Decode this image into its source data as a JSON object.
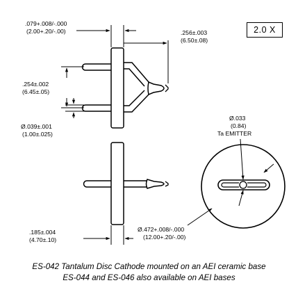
{
  "scale": "2.0 X",
  "dims": {
    "lead_width": ".079+.008/-.000",
    "lead_width_mm": "(2.00+.20/-.00)",
    "lead_offset": ".256±.003",
    "lead_offset_mm": "(6.50±.08)",
    "lead_spacing": ".254±.002",
    "lead_spacing_mm": "(6.45±.05)",
    "lead_dia": "Ø.039±.001",
    "lead_dia_mm": "(1.00±.025)",
    "base_thickness": ".185±.004",
    "base_thickness_mm": "(4.70±.10)",
    "disc_dia": "Ø.472+.008/-.000",
    "disc_dia_mm": "(12.00+.20/-.00)",
    "emitter_dia": "Ø.033",
    "emitter_dia_mm": "(0.84)",
    "emitter_label": "Ta EMITTER"
  },
  "caption": {
    "line1": "ES-042 Tantalum Disc Cathode mounted on an AEI ceramic base",
    "line2": "ES-044 and ES-046 also available on AEI bases"
  }
}
